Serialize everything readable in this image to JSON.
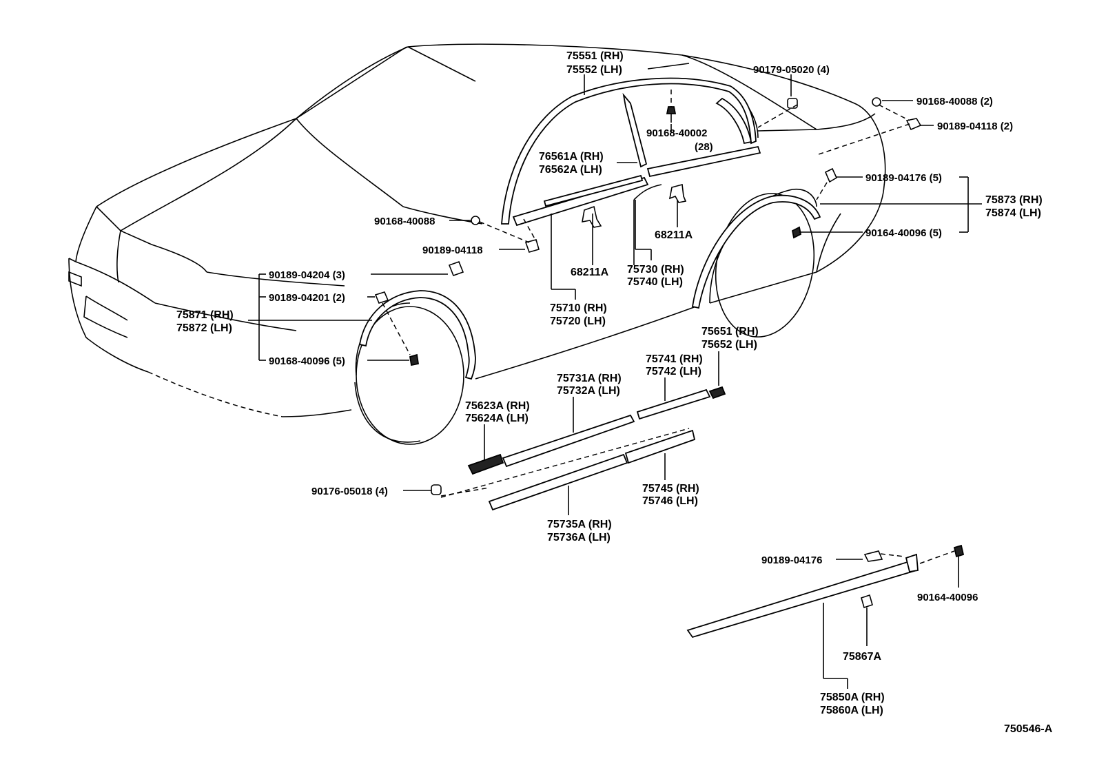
{
  "labels": {
    "p75551": "75551 (RH)",
    "p75552": "75552 (LH)",
    "p90179": "90179-05020 (4)",
    "p90168_2": "90168-40088 (2)",
    "p90189_2": "90189-04118 (2)",
    "p90168_28a": "90168-40002",
    "p90168_28b": "(28)",
    "p76561": "76561A (RH)",
    "p76562": "76562A (LH)",
    "p90189_04176_5": "90189-04176 (5)",
    "p75873": "75873 (RH)",
    "p75874": "75874 (LH)",
    "p90164_5": "90164-40096 (5)",
    "p90168_40088": "90168-40088",
    "p90189_04118": "90189-04118",
    "p68211_right": "68211A",
    "p68211_left": "68211A",
    "p75730": "75730 (RH)",
    "p75740": "75740 (LH)",
    "p75710": "75710 (RH)",
    "p75720": "75720 (LH)",
    "p90189_04204": "90189-04204 (3)",
    "p90189_04201": "90189-04201 (2)",
    "p75871": "75871 (RH)",
    "p75872": "75872 (LH)",
    "p90168_40096": "90168-40096 (5)",
    "p75651": "75651 (RH)",
    "p75652": "75652 (LH)",
    "p75741": "75741 (RH)",
    "p75742": "75742 (LH)",
    "p75731": "75731A (RH)",
    "p75732": "75732A (LH)",
    "p75623": "75623A (RH)",
    "p75624": "75624A (LH)",
    "p75745": "75745 (RH)",
    "p75746": "75746 (LH)",
    "p90176": "90176-05018 (4)",
    "p75735": "75735A (RH)",
    "p75736": "75736A (LH)",
    "p90189_04176": "90189-04176",
    "p90164_40096": "90164-40096",
    "p75867": "75867A",
    "p75850": "75850A (RH)",
    "p75860": "75860A (LH)",
    "diagram_id": "750546-A"
  }
}
